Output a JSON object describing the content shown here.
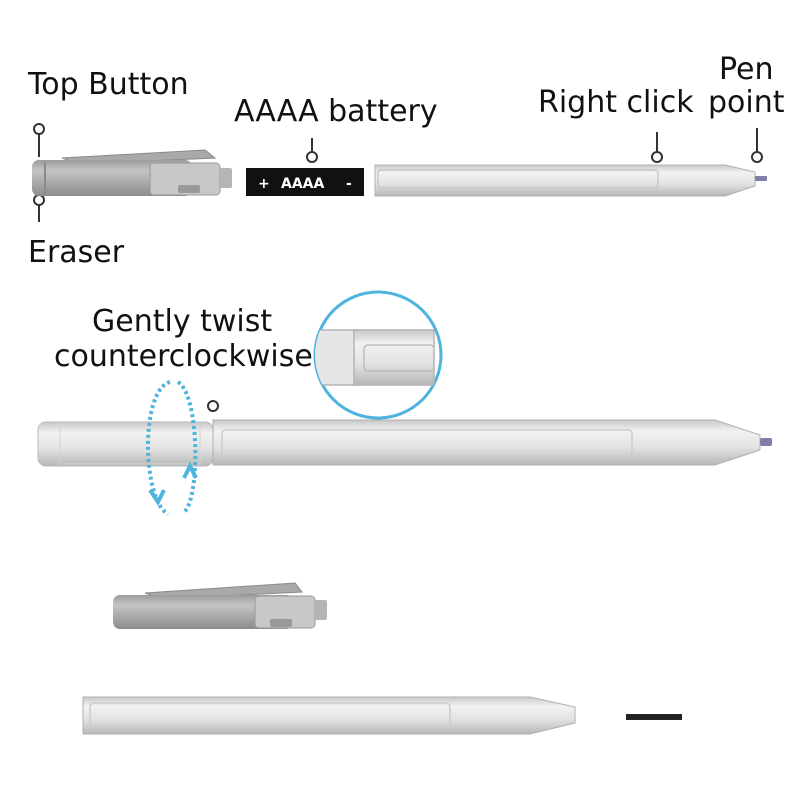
{
  "labels": {
    "top_button": "Top Button",
    "eraser": "Eraser",
    "aaaa_battery": "AAAA battery",
    "right_click": "Right click",
    "pen_point_line1": "Pen",
    "pen_point_line2": "point",
    "twist_line1": "Gently twist",
    "twist_line2": "counterclockwise"
  },
  "battery": {
    "plus": "+",
    "text": "AAAA",
    "minus": "-"
  },
  "colors": {
    "pen_body": "#d9d9d9",
    "cap_gray": "#a7a7a7",
    "battery": "#111111",
    "twist_arrow": "#4fb4dd",
    "nib": "#7f7fa8"
  },
  "icons": [
    "twist-arrow-icon",
    "magnifier-circle"
  ]
}
